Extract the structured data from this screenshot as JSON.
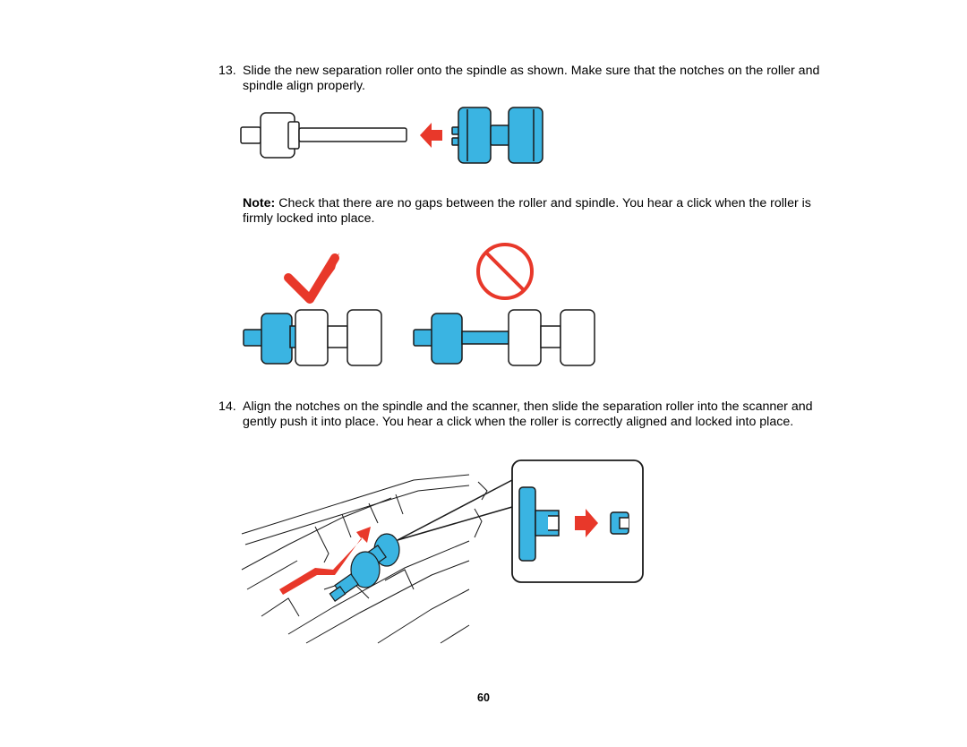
{
  "steps": [
    {
      "number": "13.",
      "text": "Slide the new separation roller onto the spindle as shown. Make sure that the notches on the roller and spindle align properly."
    },
    {
      "number": "14.",
      "text": "Align the notches on the spindle and the scanner, then slide the separation roller into the scanner and gently push it into place. You hear a click when the roller is correctly aligned and locked into place."
    }
  ],
  "note": {
    "label": "Note:",
    "text": " Check that there are no gaps between the roller and spindle. You hear a click when the roller is firmly locked into place."
  },
  "page_number": "60",
  "colors": {
    "roller_blue": "#3ab4e2",
    "arrow_red": "#e8382a",
    "outline": "#1a1a1a"
  },
  "icons": [
    "left-arrow-icon",
    "checkmark-icon",
    "prohibited-icon",
    "right-arrow-icon"
  ]
}
